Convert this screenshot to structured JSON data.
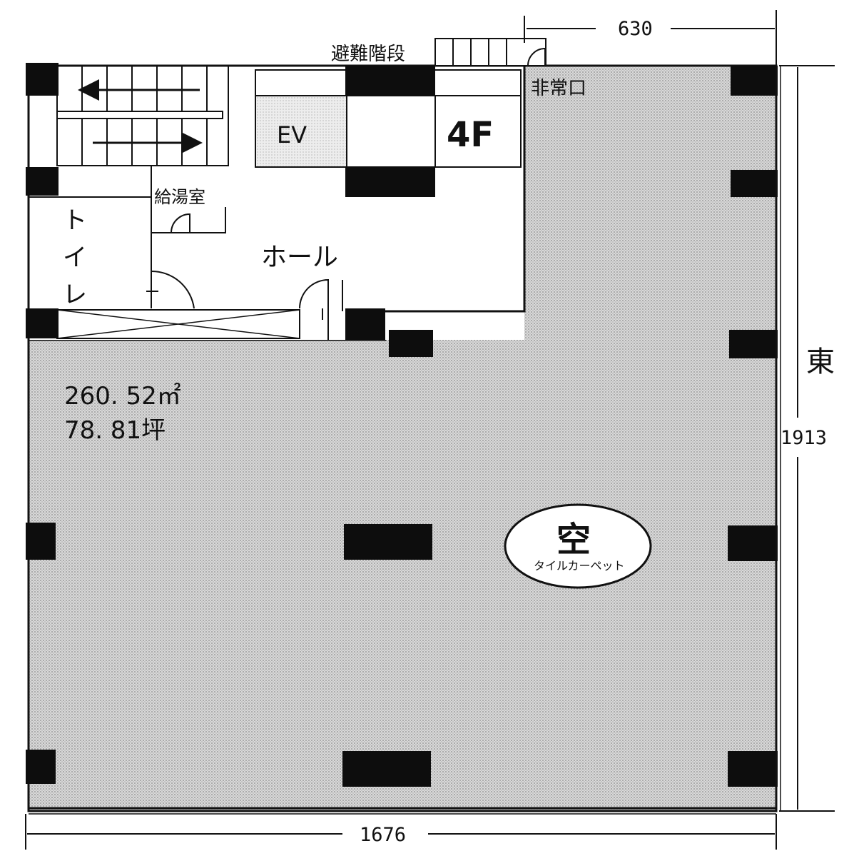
{
  "floor_label": "4F",
  "rooms": {
    "evacuation_stairs": "避難階段",
    "emergency_exit": "非常口",
    "elevator": "EV",
    "kitchenette": "給湯室",
    "toilet": [
      "ト",
      "イ",
      "レ"
    ],
    "hall": "ホール"
  },
  "area": {
    "square_meters": "260. 52㎡",
    "tsubo": "78. 81坪"
  },
  "vacancy": {
    "status": "空",
    "flooring": "タイルカーペット"
  },
  "orientation": {
    "east": "東"
  },
  "dimensions": {
    "top_width": "630",
    "right_height": "1913",
    "bottom_width": "1676"
  },
  "colors": {
    "line": "#111111",
    "column": "#0d0d0d",
    "floor_shade": "#cfcfcf",
    "ev_shade": "#e2e2e2",
    "background": "#ffffff"
  }
}
